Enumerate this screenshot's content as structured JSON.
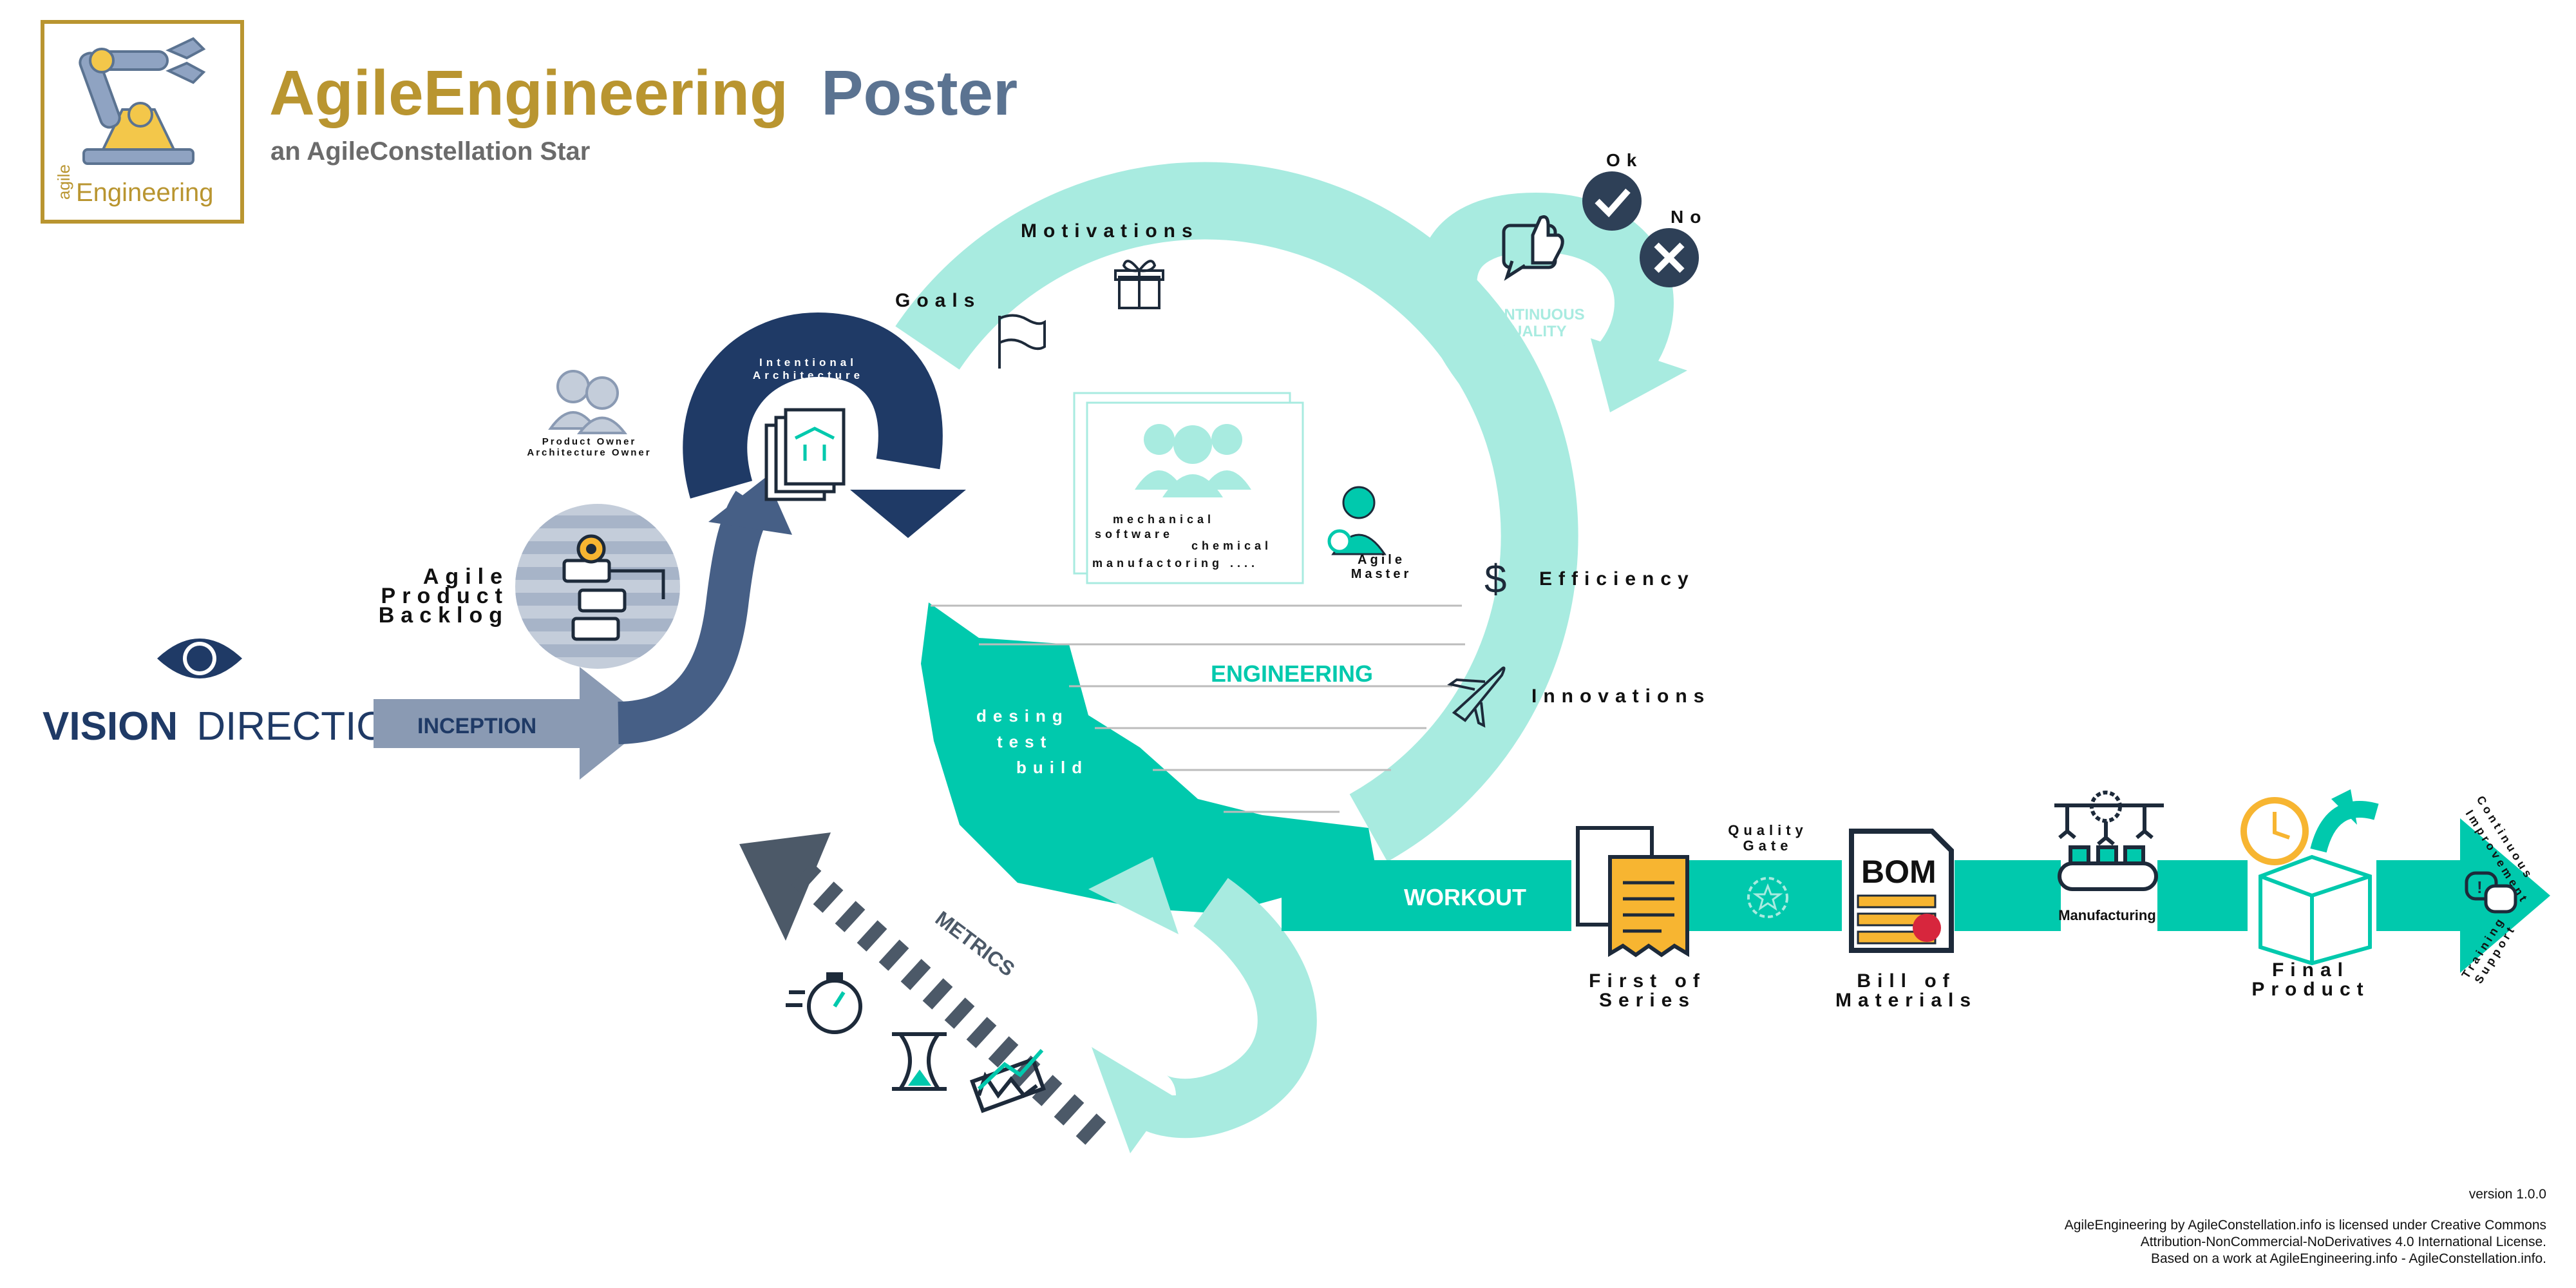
{
  "title": {
    "part1": "AgileEngineering",
    "part2": "Poster",
    "subtitle": "an AgileConstellation Star"
  },
  "logo": {
    "small": "agile",
    "brand": "Engineering"
  },
  "colors": {
    "gold": "#b99530",
    "slate": "#5b7391",
    "teal": "#00c9ad",
    "mint": "#a8ebe0",
    "navy": "#1f3a66",
    "steel": "#465f86",
    "grey_arrow": "#8a9ab3",
    "dark": "#2e4057",
    "metrics": "#4c5968",
    "orange": "#f7b531"
  },
  "vision": {
    "label_bold": "VISION",
    "label_rest": "DIRECTION"
  },
  "inception": "INCEPTION",
  "backlog": [
    "Agile",
    "Product",
    "Backlog"
  ],
  "product_owner": [
    "Product Owner",
    "Architecture Owner"
  ],
  "intentional_architecture": [
    "Intentional",
    "Architecture"
  ],
  "loop_labels": {
    "motivations": "Motivations",
    "goals": "Goals",
    "efficiency": "Efficiency",
    "innovations": "Innovations"
  },
  "team_text": [
    "mechanical",
    "software",
    "chemical",
    "manufactoring ...."
  ],
  "agile_master": [
    "Agile",
    "Master"
  ],
  "engineering": "ENGINEERING",
  "cycle": [
    "desing",
    "test",
    "build"
  ],
  "continuous_quality": [
    "CONTINUOUS",
    "QUALITY"
  ],
  "ok": "Ok",
  "no": "No",
  "metrics": "METRICS",
  "workout": "WORKOUT",
  "first_of_series": [
    "First of",
    "Series"
  ],
  "quality_gate": [
    "Quality",
    "Gate"
  ],
  "bom": {
    "badge": "BOM",
    "label": [
      "Bill of",
      "Materials"
    ]
  },
  "manufacturing": "Manufacturing",
  "final_product": [
    "Final",
    "Product"
  ],
  "continuous_improvement": [
    "Continuous",
    "Improvement"
  ],
  "training_support": [
    "Training &",
    "Support"
  ],
  "footer": {
    "version": "version 1.0.0",
    "license1": "AgileEngineering by AgileConstellation.info is licensed under Creative Commons",
    "license2": "Attribution-NonCommercial-NoDerivatives 4.0 International License.",
    "license3": "Based on a work at AgileEngineering.info - AgileConstellation.info."
  }
}
